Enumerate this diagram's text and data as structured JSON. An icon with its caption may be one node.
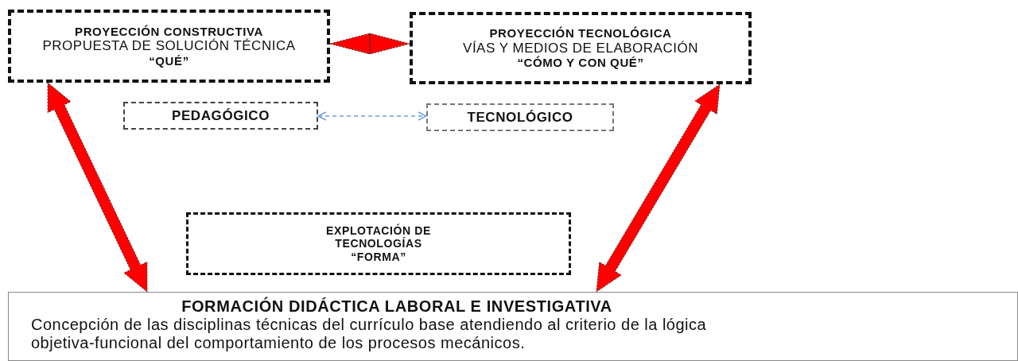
{
  "diagram": {
    "nodes": [
      {
        "text": [
          "PROYECCIÓN CONSTRUCTIVA",
          "PROPUESTA DE SOLUCIÓN TÉCNICA",
          "“QUÉ”"
        ]
      },
      {
        "text": [
          "PROYECCIÓN TECNOLÓGICA",
          "VÍAS Y MEDIOS DE ELABORACIÓN",
          "“CÓMO Y CON QUÉ”"
        ]
      },
      {
        "text": [
          "PEDAGÓGICO"
        ]
      },
      {
        "text": [
          "TECNOLÓGICO"
        ]
      },
      {
        "text": [
          "EXPLOTACIÓN DE TECNOLOGÍAS",
          "“FORMA”"
        ]
      },
      {
        "text": [
          "FORMACIÓN DIDÁCTICA LABORAL E INVESTIGATIVA",
          "Concepción de las disciplinas técnicas del currículo base atendiendo al criterio de la lógica objetiva-funcional del comportamiento de los procesos mecánicos."
        ]
      }
    ],
    "edges": [
      {
        "from": 0,
        "to": 1,
        "arrow": "both",
        "style": "thick"
      },
      {
        "from": 2,
        "to": 3,
        "arrow": "both",
        "style": "dashed",
        "color": "#6f9fd8"
      },
      {
        "from": 0,
        "to": 5,
        "arrow": "both",
        "style": "thick"
      },
      {
        "from": 1,
        "to": 5,
        "arrow": "both",
        "style": "thick"
      }
    ]
  }
}
